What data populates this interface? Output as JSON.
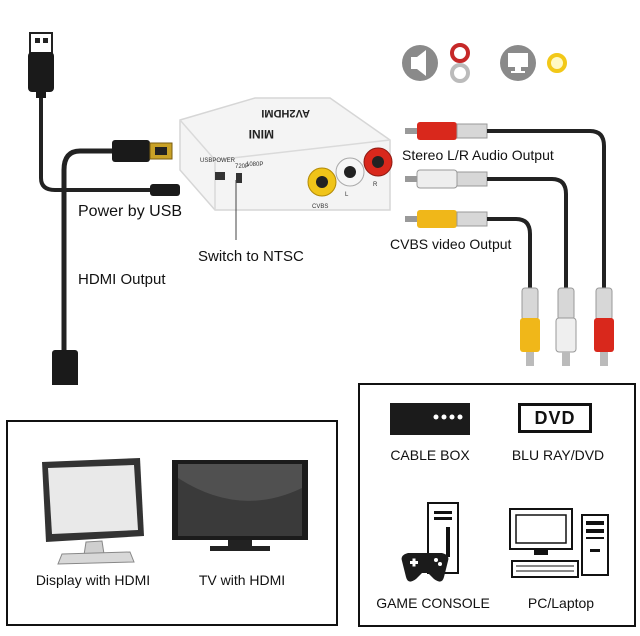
{
  "device": {
    "brand": "MINI",
    "model": "AV2HDMI",
    "port_usb_power": "USBPOWER",
    "switch_720p": "720P",
    "switch_1080p": "1080P",
    "port_cvbs": "CVBS",
    "port_l": "L",
    "port_r": "R"
  },
  "labels": {
    "power_by_usb": "Power by USB",
    "hdmi_output": "HDMI Output",
    "switch_to_ntsc": "Switch to NTSC",
    "stereo_audio": "Stereo L/R Audio Output",
    "cvbs_video": "CVBS video Output"
  },
  "displays_panel": {
    "items": [
      {
        "label": "Display with HDMI"
      },
      {
        "label": "TV with HDMI"
      }
    ]
  },
  "sources_panel": {
    "dvd_logo": "DVD",
    "items": [
      {
        "label": "CABLE BOX"
      },
      {
        "label": "BLU RAY/DVD"
      },
      {
        "label": "GAME CONSOLE"
      },
      {
        "label": "PC/Laptop"
      }
    ]
  },
  "colors": {
    "red_plug": "#d62b1f",
    "white_plug": "#dcdcdc",
    "yellow_plug": "#f2b51c",
    "cable": "#222222"
  },
  "icons": [
    "speaker-icon",
    "audio-jack-icon",
    "monitor-icon",
    "video-jack-icon"
  ]
}
